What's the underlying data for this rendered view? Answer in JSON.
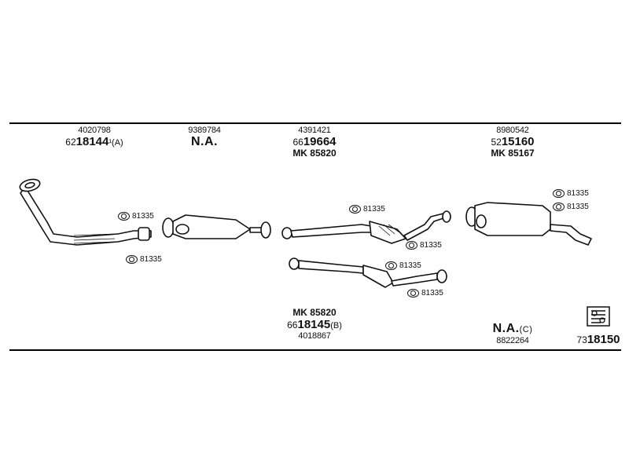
{
  "groups": [
    {
      "top": "4020798",
      "prefix": "62",
      "number": "18144",
      "suffix": "¹(A)"
    },
    {
      "top": "9389784",
      "na": "N.A."
    },
    {
      "top": "4391421",
      "prefix": "66",
      "number": "19664",
      "mk": "MK  85820"
    },
    {
      "top": "8980542",
      "prefix": "52",
      "number": "15160",
      "mk": "MK  85167"
    }
  ],
  "bottom_groups": [
    {
      "mk": "MK  85820",
      "prefix": "66",
      "number": "18145",
      "suffix": "(B)",
      "below": "4018867"
    },
    {
      "na": "N.A.",
      "suffix": "(C)",
      "below": "8822264"
    },
    {
      "prefix": "73",
      "number": "18150"
    }
  ],
  "clips": [
    "81335",
    "81335",
    "81335",
    "81335",
    "81335",
    "81335",
    "81335",
    "81335"
  ]
}
